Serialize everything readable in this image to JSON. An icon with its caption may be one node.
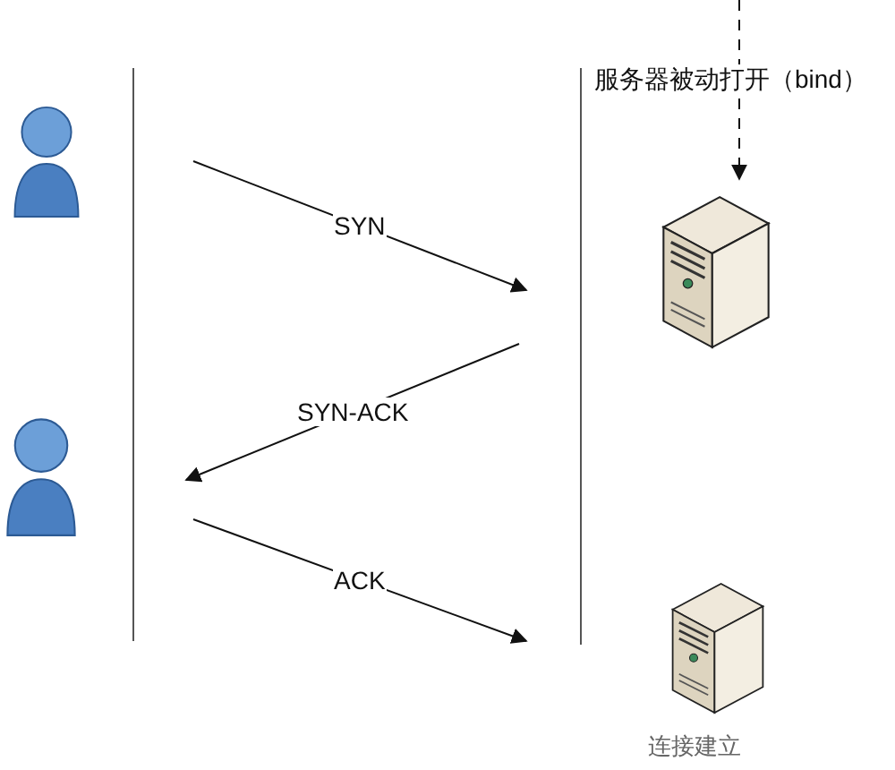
{
  "diagram": {
    "nodes": [
      {
        "text": [],
        "shape": "person"
      },
      {
        "text": [],
        "shape": "person"
      },
      {
        "text": [],
        "shape": "line"
      },
      {
        "text": [],
        "shape": "line"
      },
      {
        "text": [],
        "shape": "picture"
      },
      {
        "text": [],
        "shape": "picture",
        "beside": [
          "连接建立"
        ]
      }
    ],
    "edges": [
      {
        "from": 2,
        "to": 3,
        "arrow": "to",
        "label": "SYN"
      },
      {
        "from": 3,
        "to": 2,
        "arrow": "to",
        "label": "SYN-ACK"
      },
      {
        "from": 2,
        "to": 3,
        "arrow": "to",
        "label": "ACK"
      },
      {
        "from": null,
        "to": 4,
        "arrow": "to",
        "style": "dashed",
        "label": "服务器被动打开（bind）"
      }
    ]
  }
}
